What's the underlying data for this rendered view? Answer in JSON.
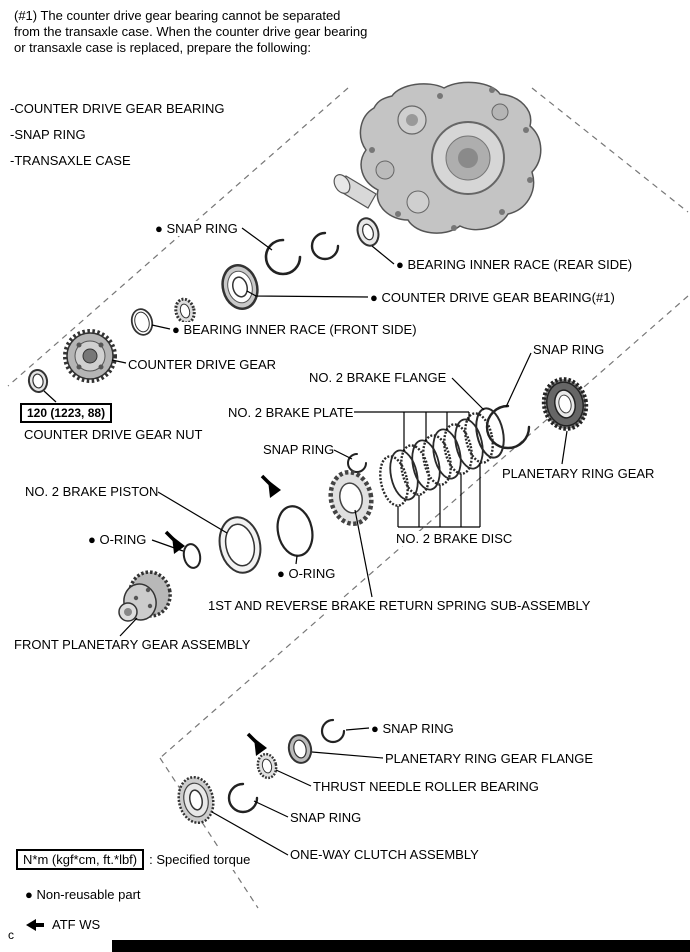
{
  "note": "(#1) The counter drive gear bearing cannot be separated from the transaxle case. When the counter drive gear bearing or transaxle case is replaced, prepare the following:",
  "prepare_list": [
    "-COUNTER DRIVE GEAR BEARING",
    "-SNAP RING",
    "-TRANSAXLE CASE"
  ],
  "torque_spec": "120 (1223, 88)",
  "labels": {
    "snap_ring_1": "● SNAP RING",
    "bearing_inner_race_rear": "● BEARING INNER RACE (REAR SIDE)",
    "counter_drive_gear_bearing": "● COUNTER DRIVE GEAR BEARING(#1)",
    "bearing_inner_race_front": "● BEARING INNER RACE (FRONT SIDE)",
    "counter_drive_gear": "COUNTER DRIVE GEAR",
    "snap_ring_2": "SNAP RING",
    "no2_brake_flange": "NO. 2 BRAKE FLANGE",
    "no2_brake_plate": "NO. 2 BRAKE PLATE",
    "counter_drive_gear_nut": "COUNTER DRIVE GEAR NUT",
    "snap_ring_3": "SNAP RING",
    "planetary_ring_gear": "PLANETARY RING GEAR",
    "no2_brake_piston": "NO. 2 BRAKE PISTON",
    "o_ring_1": "● O-RING",
    "o_ring_2": "● O-RING",
    "no2_brake_disc": "NO. 2 BRAKE DISC",
    "return_spring": "1ST AND REVERSE BRAKE RETURN SPRING SUB-ASSEMBLY",
    "front_planetary": "FRONT PLANETARY GEAR ASSEMBLY",
    "snap_ring_4": "● SNAP RING",
    "planetary_ring_gear_flange": "PLANETARY RING GEAR FLANGE",
    "thrust_needle_roller_bearing": "THRUST NEEDLE ROLLER BEARING",
    "snap_ring_5": "SNAP RING",
    "one_way_clutch": "ONE-WAY CLUTCH ASSEMBLY"
  },
  "legend": {
    "torque_unit_box": "N*m (kgf*cm, ft.*lbf)",
    "torque_desc": ": Specified torque",
    "non_reusable": "● Non-reusable part",
    "atf": "ATF WS"
  },
  "footer_char": "c"
}
